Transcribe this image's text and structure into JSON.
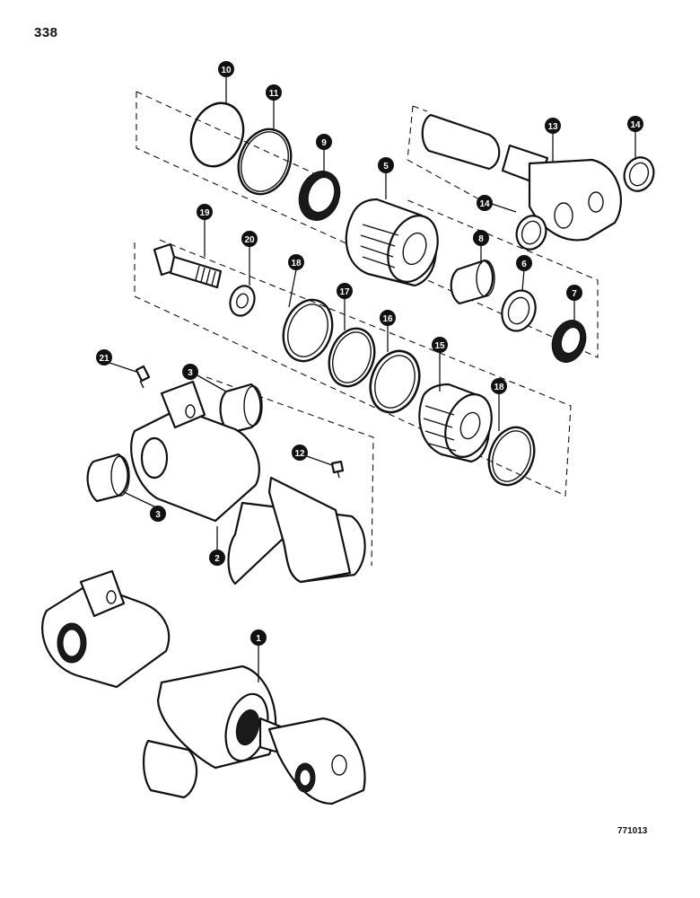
{
  "page": {
    "page_number": "338",
    "figure_code": "771013"
  },
  "callouts": [
    {
      "id": "c10",
      "label": "10"
    },
    {
      "id": "c11",
      "label": "11"
    },
    {
      "id": "c9",
      "label": "9"
    },
    {
      "id": "c5",
      "label": "5"
    },
    {
      "id": "c13",
      "label": "13"
    },
    {
      "id": "c14a",
      "label": "14"
    },
    {
      "id": "c14b",
      "label": "14"
    },
    {
      "id": "c19",
      "label": "19"
    },
    {
      "id": "c20",
      "label": "20"
    },
    {
      "id": "c8",
      "label": "8"
    },
    {
      "id": "c6",
      "label": "6"
    },
    {
      "id": "c7",
      "label": "7"
    },
    {
      "id": "c18a",
      "label": "18"
    },
    {
      "id": "c17",
      "label": "17"
    },
    {
      "id": "c16",
      "label": "16"
    },
    {
      "id": "c15",
      "label": "15"
    },
    {
      "id": "c18b",
      "label": "18"
    },
    {
      "id": "c21",
      "label": "21"
    },
    {
      "id": "c3a",
      "label": "3"
    },
    {
      "id": "c12",
      "label": "12"
    },
    {
      "id": "c3b",
      "label": "3"
    },
    {
      "id": "c2",
      "label": "2"
    },
    {
      "id": "c1",
      "label": "1"
    }
  ]
}
